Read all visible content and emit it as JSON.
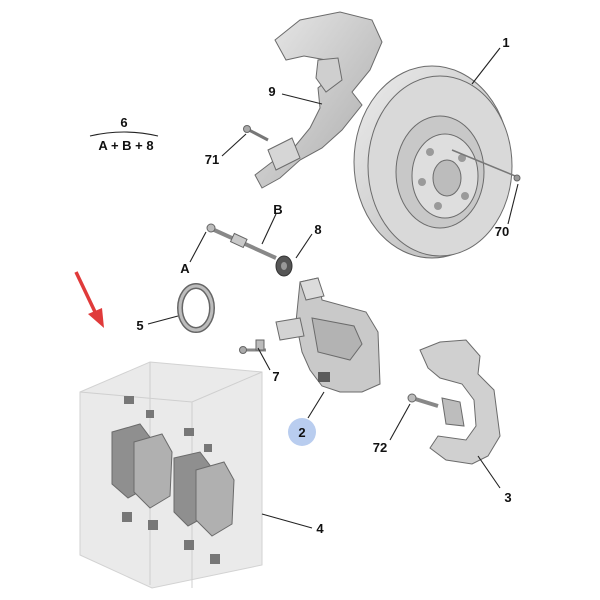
{
  "colors": {
    "part_light": "#dcdcdc",
    "part_mid": "#bdbdbd",
    "part_dark": "#8a8a8a",
    "box": "#d9d9d9",
    "arrow": "#e03a3a",
    "highlight": "#b9cdef"
  },
  "group": {
    "number": "6",
    "formula": "A + B + 8"
  },
  "labels": {
    "l1": "1",
    "l2": "2",
    "l3": "3",
    "l4": "4",
    "l5": "5",
    "l7": "7",
    "l8": "8",
    "l9": "9",
    "l70": "70",
    "l71": "71",
    "l72": "72",
    "lA": "A",
    "lB": "B"
  },
  "highlighted_label": "2",
  "pointer_arrow": "red-arrow-icon"
}
